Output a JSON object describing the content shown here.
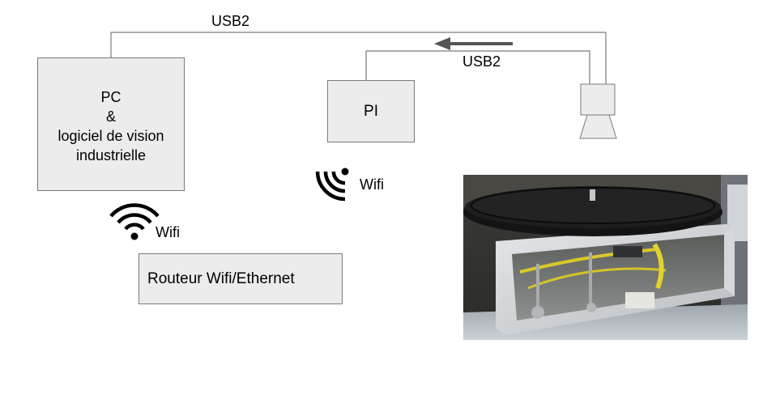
{
  "nodes": {
    "pc": {
      "lines": [
        "PC",
        "&",
        "logiciel de vision",
        "industrielle"
      ]
    },
    "pi": {
      "label": "PI"
    },
    "router": {
      "label": "Routeur Wifi/Ethernet"
    },
    "camera": {
      "icon": "camera-icon"
    }
  },
  "connections": {
    "usb_top": {
      "label": "USB2"
    },
    "usb_mid": {
      "label": "USB2"
    },
    "wifi_pi": {
      "label": "Wifi",
      "icon": "wifi-icon"
    },
    "wifi_router": {
      "label": "Wifi",
      "icon": "wifi-icon"
    }
  },
  "photo": {
    "description_icon": "turntable-photo"
  },
  "colors": {
    "box_fill": "#ececec",
    "box_border": "#7a7a7a",
    "line": "#7a7a7a",
    "arrow": "#555555"
  }
}
